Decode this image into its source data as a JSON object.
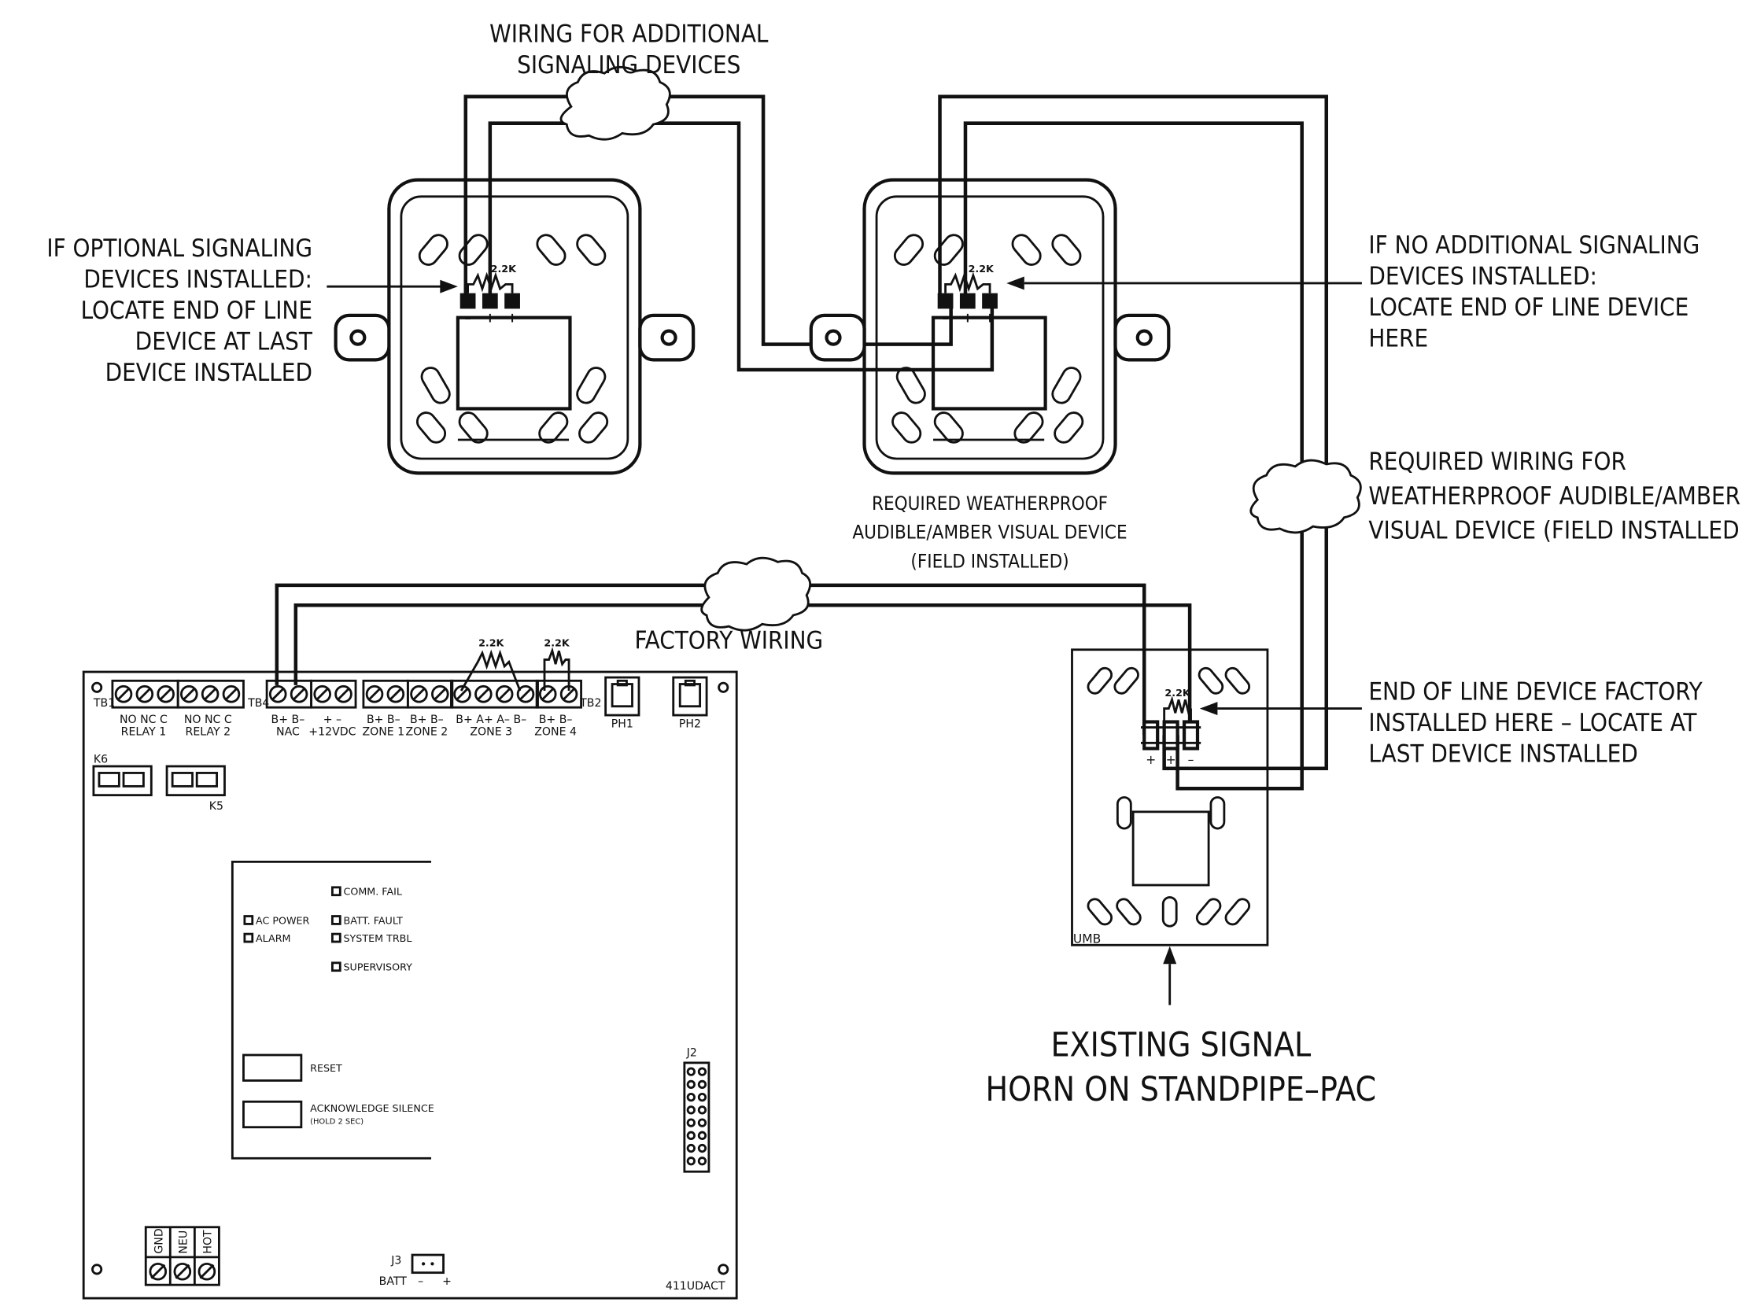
{
  "callouts": {
    "wiring_additional": [
      "WIRING FOR ADDITIONAL",
      "SIGNALING DEVICES"
    ],
    "optional_devices": [
      "IF OPTIONAL SIGNALING",
      "DEVICES INSTALLED:",
      "LOCATE END OF LINE",
      "DEVICE AT LAST",
      "DEVICE INSTALLED"
    ],
    "no_additional": [
      "IF NO ADDITIONAL SIGNALING",
      "DEVICES INSTALLED:",
      "LOCATE END OF LINE DEVICE",
      "HERE"
    ],
    "required_wiring": [
      "REQUIRED WIRING FOR",
      "WEATHERPROOF AUDIBLE/AMBER",
      "VISUAL DEVICE (FIELD INSTALLED"
    ],
    "required_device": [
      "REQUIRED WEATHERPROOF",
      "AUDIBLE/AMBER VISUAL DEVICE",
      "(FIELD INSTALLED)"
    ],
    "factory_wiring": "FACTORY WIRING",
    "eol_factory": [
      "END OF LINE DEVICE FACTORY",
      "INSTALLED HERE – LOCATE AT",
      "LAST DEVICE INSTALLED"
    ],
    "existing_horn": [
      "EXISTING SIGNAL",
      "HORN ON STANDPIPE–PAC"
    ]
  },
  "resistor_value": "2.2K",
  "device_terminals": {
    "minus": "–",
    "plus1": "+",
    "plus2": "+"
  },
  "umb": {
    "label": "UMB",
    "plus1": "+",
    "plus2": "+",
    "minus": "–"
  },
  "panel": {
    "tb1": "TB1",
    "tb4": "TB4",
    "tb2": "TB2",
    "relay_contacts": "NO  NC  C",
    "relay1": "RELAY 1",
    "relay2": "RELAY 2",
    "nac_terms": "B+  B–",
    "nac": "NAC",
    "pwr_terms": "+    –",
    "pwr": "+12VDC",
    "zone1_terms": "B+  B–",
    "zone1": "ZONE 1",
    "zone2_terms": "B+  B–",
    "zone2": "ZONE 2",
    "zone3_terms": "B+  A+  A–  B–",
    "zone3": "ZONE 3",
    "zone4_terms": "B+  B–",
    "zone4": "ZONE 4",
    "ph1": "PH1",
    "ph2": "PH2",
    "k6": "K6",
    "k5": "K5",
    "j2": "J2",
    "j3": "J3",
    "batt": "BATT",
    "batt_minus": "–",
    "batt_plus": "+",
    "model": "411UDACT",
    "gnd": "GND",
    "neu": "NEU",
    "hot": "HOT",
    "leds": {
      "comm_fail": "COMM. FAIL",
      "ac_power": "AC POWER",
      "batt_fault": "BATT. FAULT",
      "alarm": "ALARM",
      "system_trbl": "SYSTEM TRBL",
      "supervisory": "SUPERVISORY"
    },
    "reset": "RESET",
    "ack_silence": "ACKNOWLEDGE SILENCE",
    "hold": "(HOLD 2 SEC)"
  }
}
